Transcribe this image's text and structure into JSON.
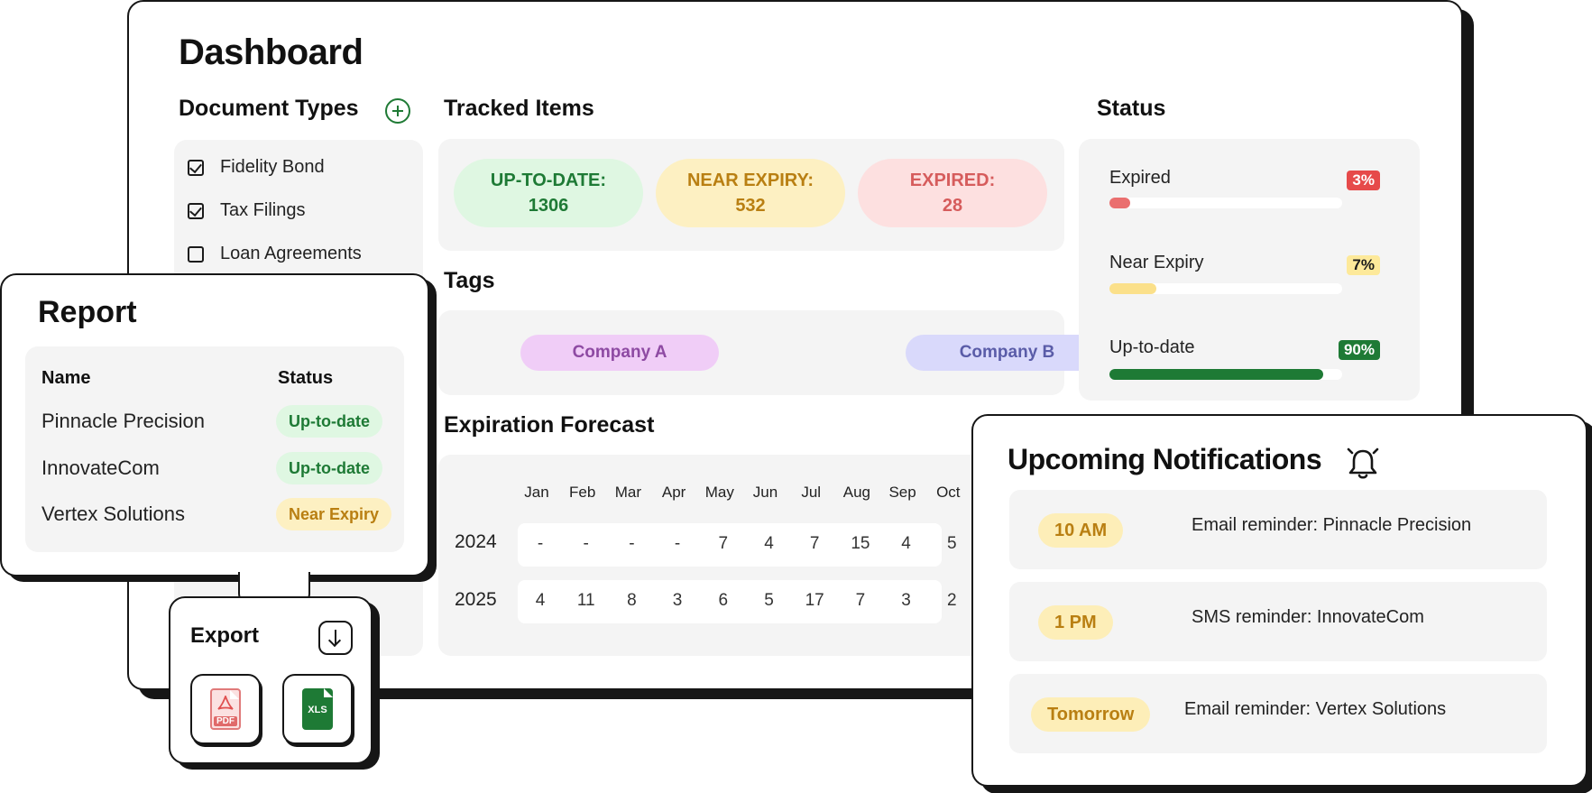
{
  "dashboard": {
    "title": "Dashboard",
    "document_types": {
      "title": "Document Types",
      "items": [
        {
          "label": "Fidelity Bond",
          "checked": true
        },
        {
          "label": "Tax Filings",
          "checked": true
        },
        {
          "label": "Loan Agreements",
          "checked": false
        }
      ]
    },
    "tracked_items": {
      "title": "Tracked Items",
      "up_to_date": {
        "label": "UP-TO-DATE:",
        "value": "1306"
      },
      "near_expiry": {
        "label": "NEAR EXPIRY:",
        "value": "532"
      },
      "expired": {
        "label": "EXPIRED:",
        "value": "28"
      }
    },
    "tags": {
      "title": "Tags",
      "items": [
        "Company A",
        "Company B"
      ]
    },
    "forecast": {
      "title": "Expiration Forecast",
      "months": [
        "Jan",
        "Feb",
        "Mar",
        "Apr",
        "May",
        "Jun",
        "Jul",
        "Aug",
        "Sep",
        "Oct"
      ],
      "rows": [
        {
          "year": "2024",
          "values": [
            "-",
            "-",
            "-",
            "-",
            "7",
            "4",
            "7",
            "15",
            "4",
            "5"
          ]
        },
        {
          "year": "2025",
          "values": [
            "4",
            "11",
            "8",
            "3",
            "6",
            "5",
            "17",
            "7",
            "3",
            "2"
          ]
        }
      ]
    },
    "status": {
      "title": "Status",
      "items": [
        {
          "label": "Expired",
          "percent": "3%",
          "fill": 0.09,
          "color": "#ea6f6f",
          "badge_bg": "#e64a4a",
          "badge_fg": "#ffffff"
        },
        {
          "label": "Near Expiry",
          "percent": "7%",
          "fill": 0.2,
          "color": "#fbe08a",
          "badge_bg": "#fde99a",
          "badge_fg": "#1b1b1b"
        },
        {
          "label": "Up-to-date",
          "percent": "90%",
          "fill": 0.92,
          "color": "#1e7a35",
          "badge_bg": "#1e7a35",
          "badge_fg": "#ffffff"
        }
      ]
    }
  },
  "report": {
    "title": "Report",
    "headers": {
      "name": "Name",
      "status": "Status"
    },
    "rows": [
      {
        "name": "Pinnacle Precision",
        "status": "Up-to-date"
      },
      {
        "name": "InnovateCom",
        "status": "Up-to-date"
      },
      {
        "name": "Vertex Solutions",
        "status": "Near Expiry"
      }
    ]
  },
  "export": {
    "title": "Export",
    "pdf_label": "PDF",
    "xls_label": "XLS"
  },
  "notifications": {
    "title": "Upcoming Notifications",
    "items": [
      {
        "time": "10 AM",
        "text": "Email reminder: Pinnacle Precision"
      },
      {
        "time": "1 PM",
        "text": "SMS reminder: InnovateCom"
      },
      {
        "time": "Tomorrow",
        "text": "Email reminder: Vertex Solutions"
      }
    ]
  },
  "colors": {
    "green": "#1e7a35",
    "green_bg": "#dff7e2",
    "yellow_bg": "#fdf0c2",
    "yellow_fg": "#b97f12",
    "red_bg": "#fde0e0",
    "red_fg": "#d65c5c",
    "purple_bg": "#f0cdf7",
    "purple_fg": "#8e4aa3",
    "blue_bg": "#d9d9fb",
    "blue_fg": "#5a5ca8"
  }
}
